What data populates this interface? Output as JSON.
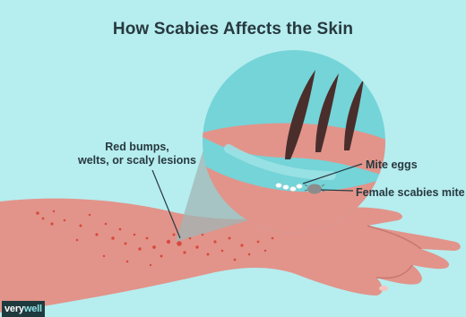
{
  "title": "How Scabies Affects the Skin",
  "labels": {
    "bumps_line1": "Red bumps,",
    "bumps_line2": "welts, or scaly lesions",
    "eggs": "Mite eggs",
    "mite": "Female scabies mite"
  },
  "brand": {
    "part1": "very",
    "part2": "well"
  },
  "colors": {
    "background": "#b6edef",
    "skin": "#e2948a",
    "skin_shadow": "#c8786f",
    "lesion": "#d84a3e",
    "magnifier": "#74d4d8",
    "hair": "#4a2e2c",
    "text": "#27393f"
  }
}
